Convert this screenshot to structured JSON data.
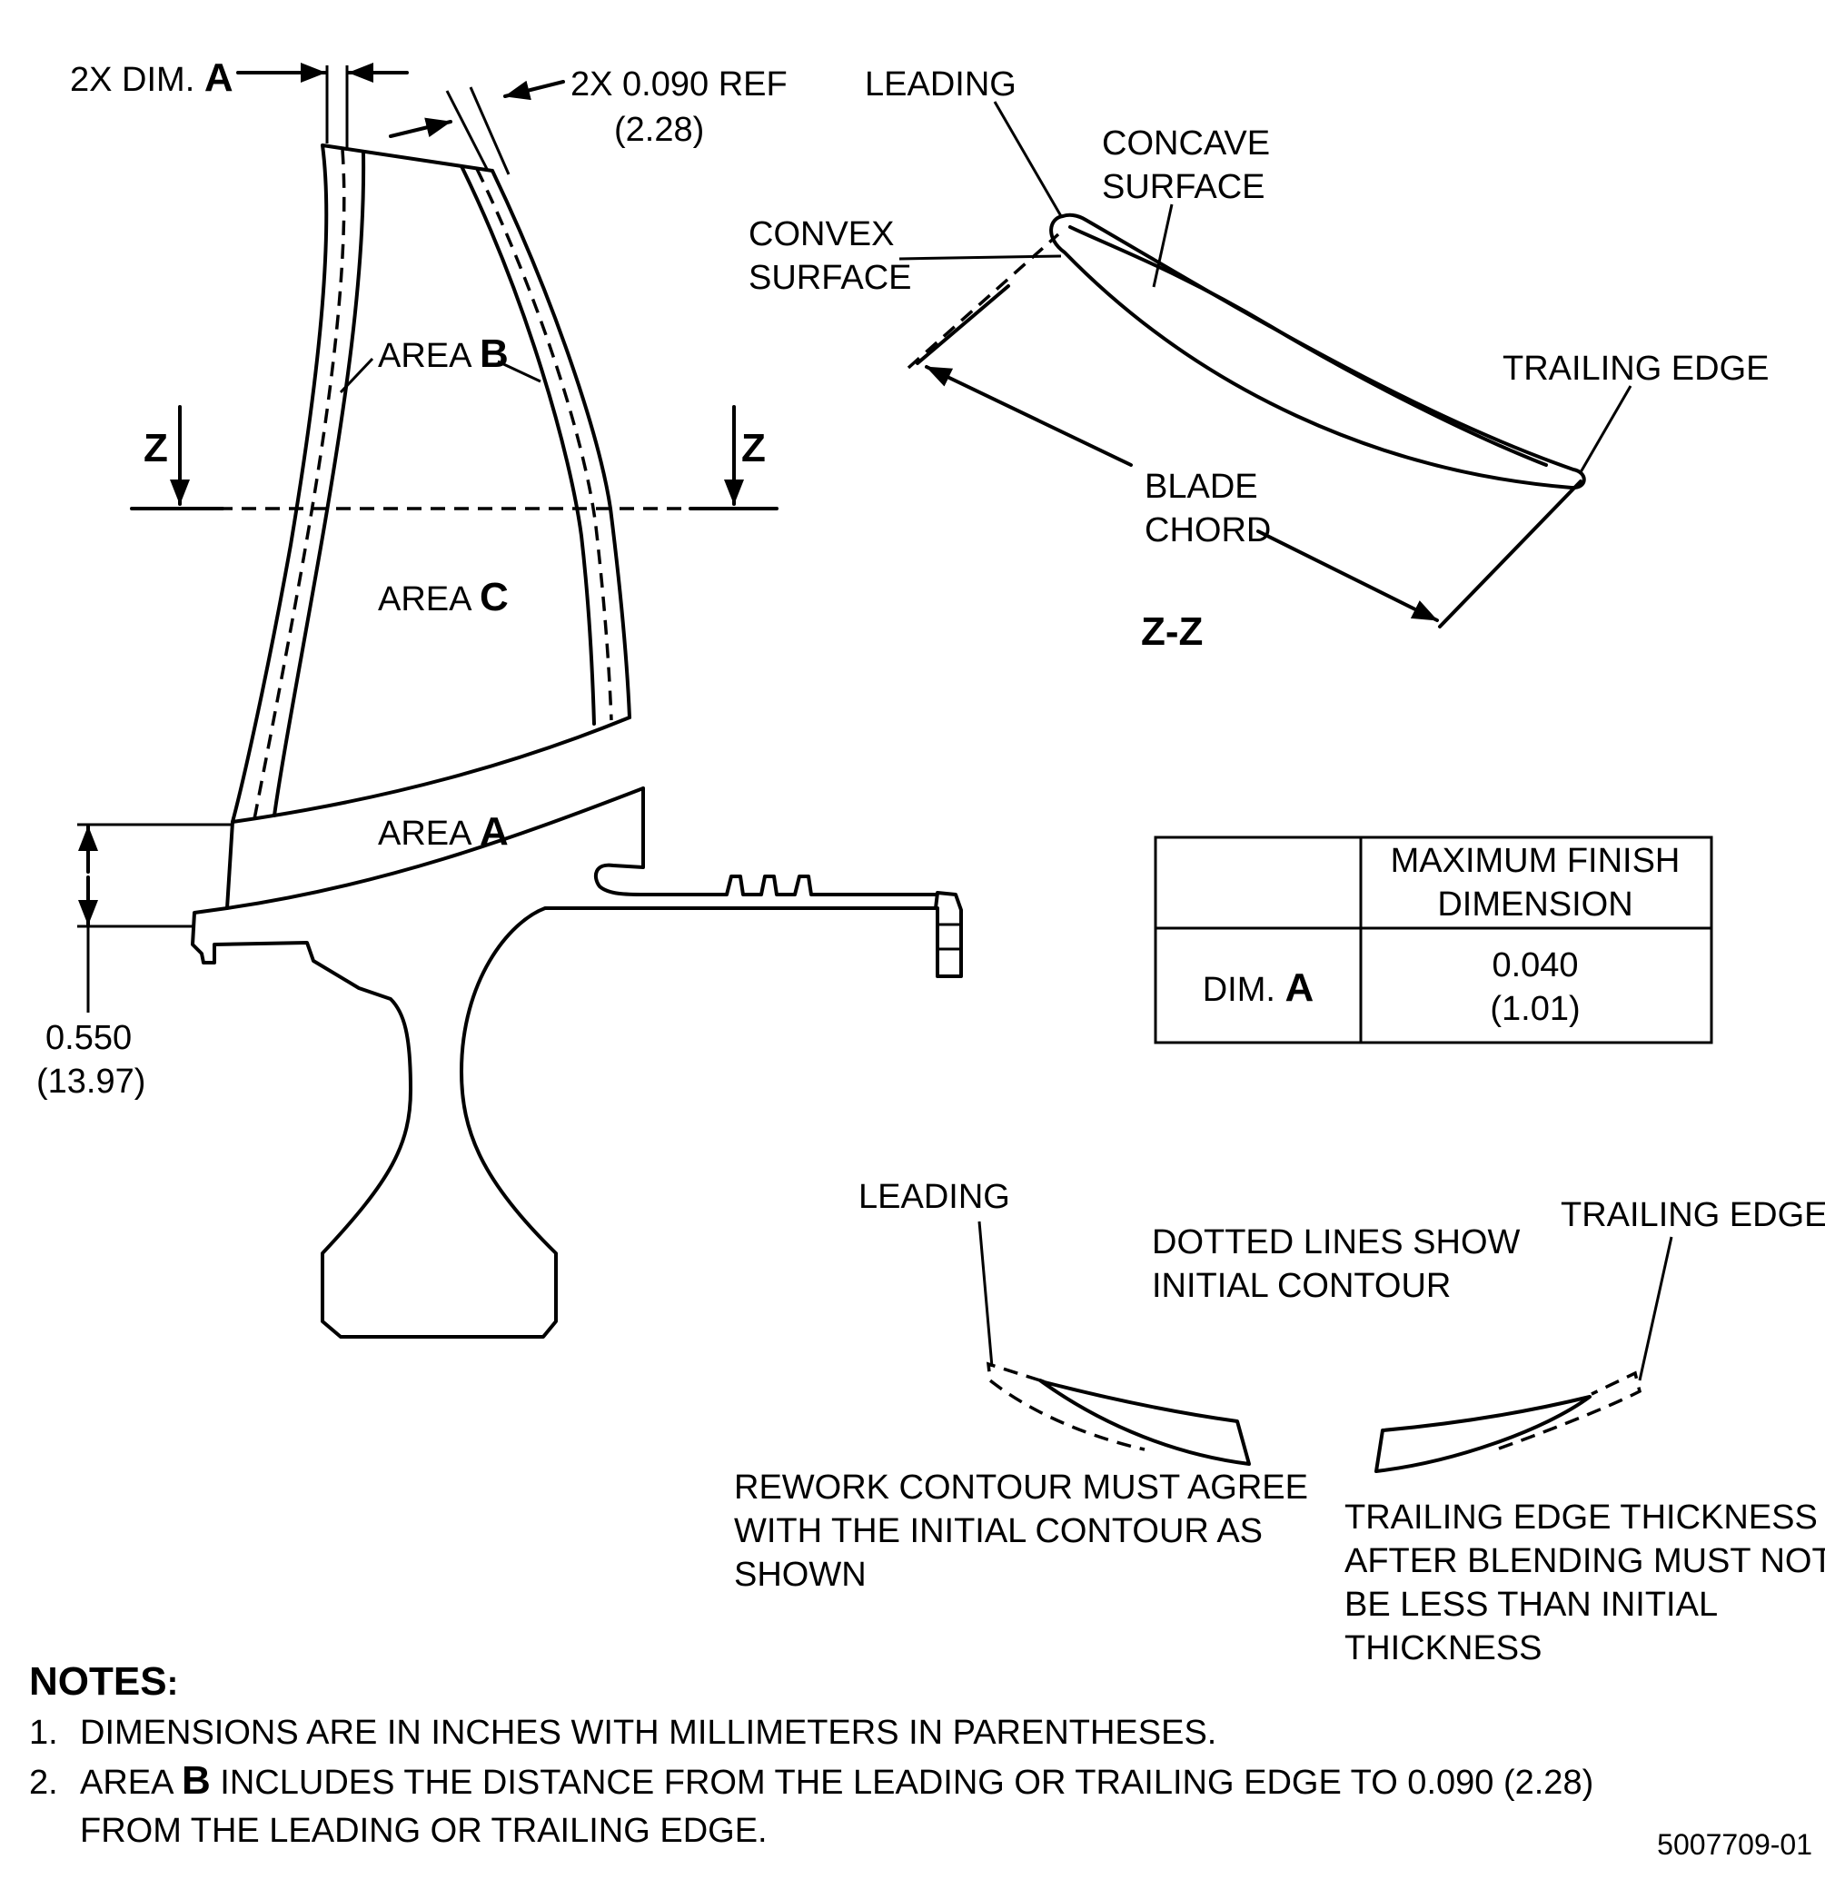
{
  "labels": {
    "dim_a_prefix": "2X DIM.",
    "dim_a_letter": "A",
    "ref_line1": "2X 0.090 REF",
    "ref_line2": "(2.28)",
    "area_b_prefix": "AREA",
    "area_b_letter": "B",
    "area_c_prefix": "AREA",
    "area_c_letter": "C",
    "area_a_prefix": "AREA",
    "area_a_letter": "A",
    "z_left": "Z",
    "z_right": "Z",
    "dim_550_line1": "0.550",
    "dim_550_line2": "(13.97)",
    "section_leading": "LEADING",
    "concave_line1": "CONCAVE",
    "concave_line2": "SURFACE",
    "convex_line1": "CONVEX",
    "convex_line2": "SURFACE",
    "section_trailing": "TRAILING EDGE",
    "chord_line1": "BLADE",
    "chord_line2": "CHORD",
    "section_title": "Z-Z",
    "detail_leading": "LEADING",
    "dotted_line1": "DOTTED LINES SHOW",
    "dotted_line2": "INITIAL CONTOUR",
    "detail_trailing": "TRAILING EDGE",
    "rework_line1": "REWORK CONTOUR MUST AGREE",
    "rework_line2": "WITH THE INITIAL CONTOUR AS",
    "rework_line3": "SHOWN",
    "thickness_line1": "TRAILING EDGE THICKNESS",
    "thickness_line2": "AFTER BLENDING MUST NOT",
    "thickness_line3": "BE LESS THAN INITIAL",
    "thickness_line4": "THICKNESS"
  },
  "table": {
    "header_line1": "MAXIMUM FINISH",
    "header_line2": "DIMENSION",
    "row_label_prefix": "DIM.",
    "row_label_letter": "A",
    "row_value_line1": "0.040",
    "row_value_line2": "(1.01)"
  },
  "notes": {
    "heading": "NOTES",
    "heading_colon": ":",
    "note1_num": "1.",
    "note1_text": "DIMENSIONS ARE IN INCHES WITH MILLIMETERS IN PARENTHESES.",
    "note2_num": "2.",
    "note2_pre": "AREA",
    "note2_letter": "B",
    "note2_text": "INCLUDES THE DISTANCE FROM THE LEADING OR TRAILING EDGE TO 0.090 (2.28)",
    "note2_line2": "FROM THE LEADING OR TRAILING EDGE."
  },
  "figure_number": "5007709-01"
}
